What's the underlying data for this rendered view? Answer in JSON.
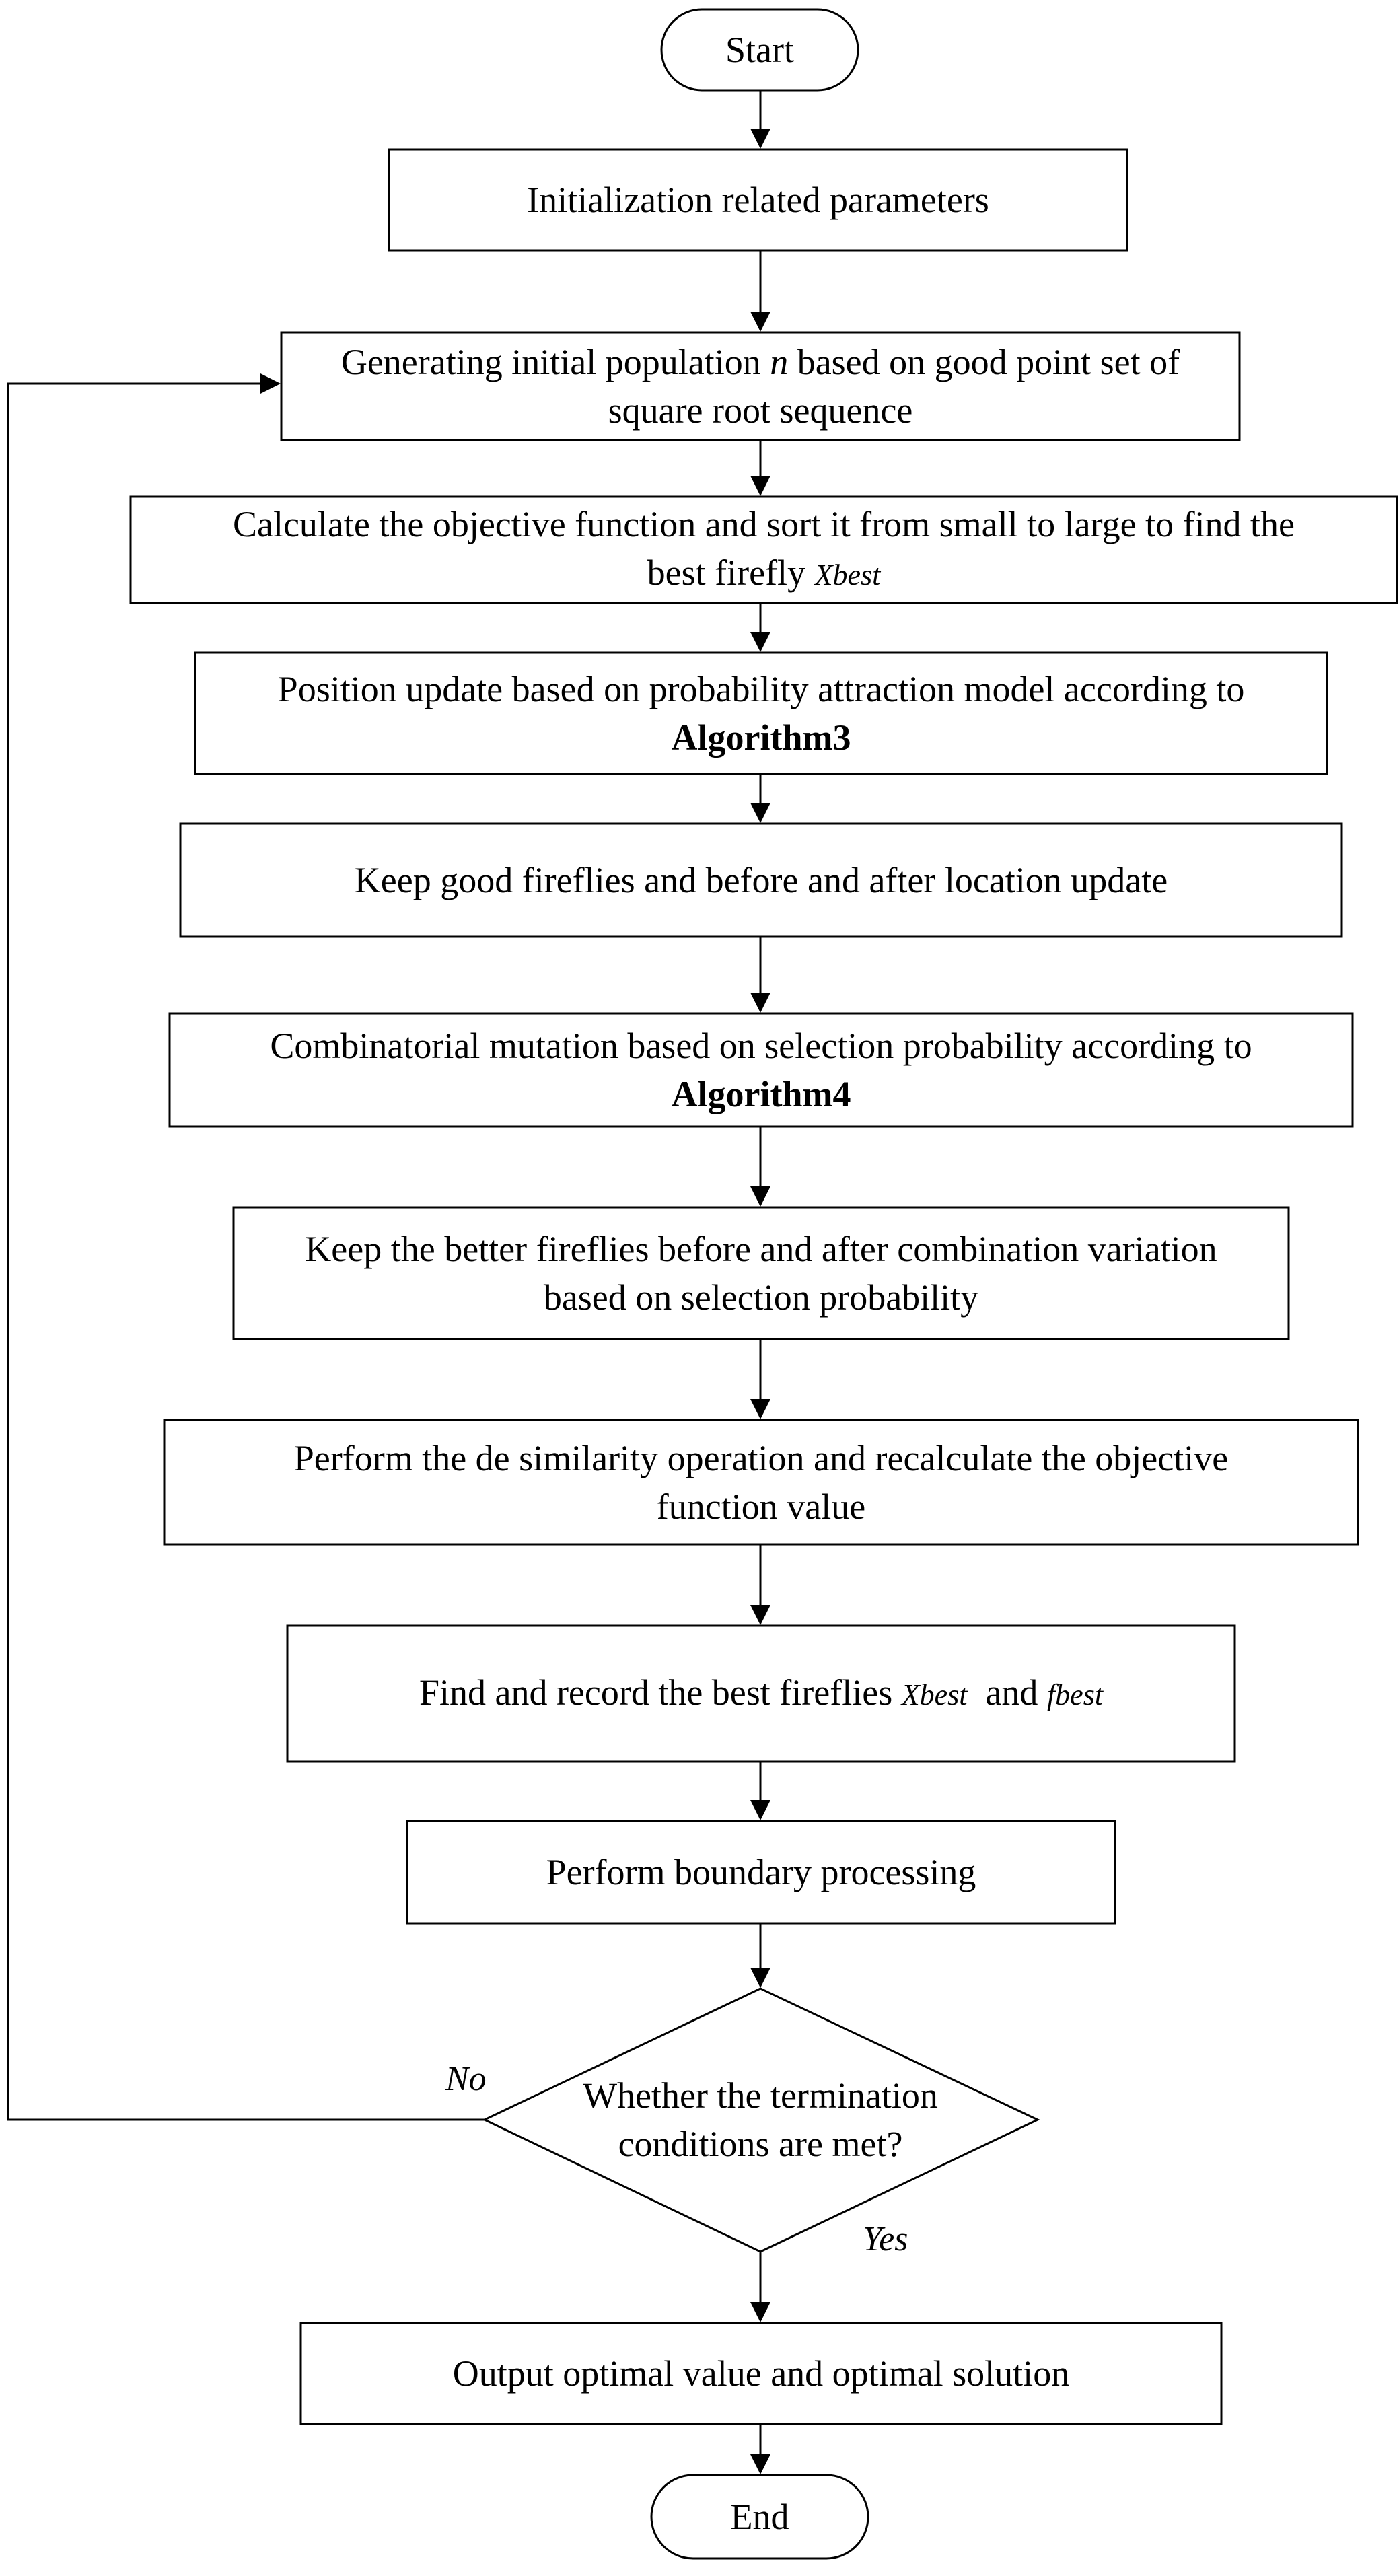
{
  "flowchart": {
    "start": "Start",
    "steps": [
      {
        "id": "init",
        "text": "Initialization related parameters"
      },
      {
        "id": "generate",
        "line1_before": "Generating initial population ",
        "line1_italic": "n",
        "line1_after": " based on good point set of",
        "line2": "square root sequence"
      },
      {
        "id": "calculate",
        "line1": "Calculate the objective function and sort it from small to large to find the",
        "line2_before": "best firefly ",
        "line2_italic": "Xbest"
      },
      {
        "id": "position",
        "line1": "Position update based on probability attraction model according to",
        "line2_bold": "Algorithm3"
      },
      {
        "id": "keep-good",
        "text": "Keep good fireflies and before and after location update"
      },
      {
        "id": "mutation",
        "line1": "Combinatorial mutation based on selection probability according to",
        "line2_bold": "Algorithm4"
      },
      {
        "id": "keep-better",
        "line1": "Keep the better fireflies before and after combination variation",
        "line2": "based on selection probability"
      },
      {
        "id": "similarity",
        "line1": "Perform the de similarity operation and recalculate the objective",
        "line2": "function value"
      },
      {
        "id": "record",
        "before": "Find and record the best fireflies ",
        "italic1": "Xbest",
        "middle": "  and ",
        "italic2": "fbest"
      },
      {
        "id": "boundary",
        "text": "Perform boundary processing"
      }
    ],
    "decision": {
      "line1": "Whether the termination",
      "line2": "conditions are met?",
      "no_label": "No",
      "yes_label": "Yes"
    },
    "output": "Output optimal value and optimal solution",
    "end": "End"
  },
  "colors": {
    "stroke": "#000000",
    "background": "#ffffff"
  }
}
